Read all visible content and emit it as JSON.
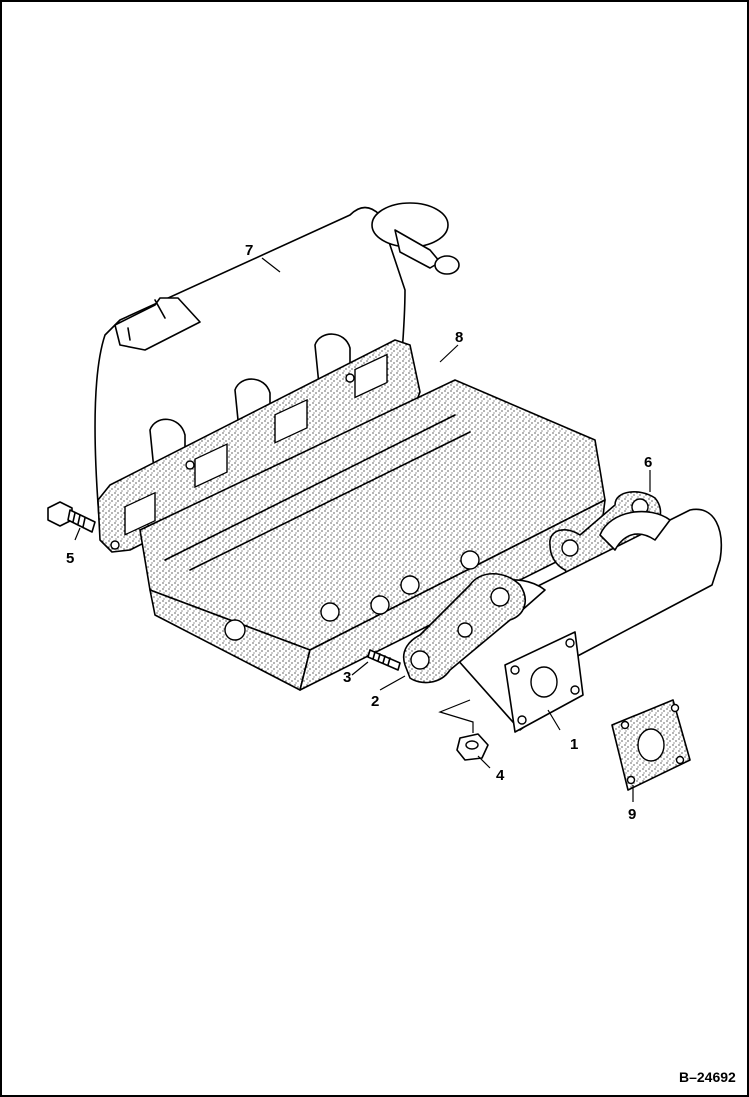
{
  "figure_number": "B–24692",
  "callouts": [
    {
      "id": "callout-1",
      "text": "1"
    },
    {
      "id": "callout-2",
      "text": "2"
    },
    {
      "id": "callout-3",
      "text": "3"
    },
    {
      "id": "callout-4",
      "text": "4"
    },
    {
      "id": "callout-5",
      "text": "5"
    },
    {
      "id": "callout-6",
      "text": "6"
    },
    {
      "id": "callout-7",
      "text": "7"
    },
    {
      "id": "callout-8",
      "text": "8"
    },
    {
      "id": "callout-9",
      "text": "9"
    }
  ]
}
